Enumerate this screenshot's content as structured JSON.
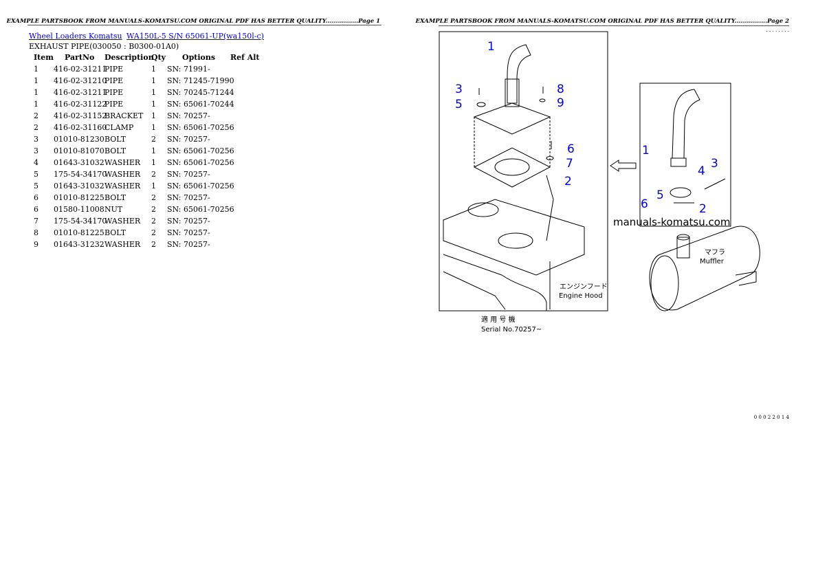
{
  "page1": {
    "header": "EXAMPLE PARTSBOOK FROM MANUALS-KOMATSU.COM ORIGINAL PDF HAS BETTER QUALITY................Page 1",
    "breadcrumb": [
      {
        "label": "Wheel Loaders Komatsu"
      },
      {
        "label": "WA150L-5 S/N 65061-UP(wa150l-c)"
      }
    ],
    "title": "EXHAUST PIPE(030050 : B0300-01A0)",
    "columns": [
      "Item",
      "PartNo",
      "Description",
      "Qty",
      "Options",
      "Ref Alt"
    ],
    "rows": [
      [
        "1",
        "416-02-31211",
        "PIPE",
        "1",
        "SN: 71991-"
      ],
      [
        "1",
        "416-02-31210",
        "PIPE",
        "1",
        "SN: 71245-71990"
      ],
      [
        "1",
        "416-02-31211",
        "PIPE",
        "1",
        "SN: 70245-71244"
      ],
      [
        "1",
        "416-02-31122",
        "PIPE",
        "1",
        "SN: 65061-70244"
      ],
      [
        "2",
        "416-02-31152",
        "BRACKET",
        "1",
        "SN: 70257-"
      ],
      [
        "2",
        "416-02-31160",
        "CLAMP",
        "1",
        "SN: 65061-70256"
      ],
      [
        "3",
        "01010-81230",
        "BOLT",
        "2",
        "SN: 70257-"
      ],
      [
        "3",
        "01010-81070",
        "BOLT",
        "1",
        "SN: 65061-70256"
      ],
      [
        "4",
        "01643-31032",
        "WASHER",
        "1",
        "SN: 65061-70256"
      ],
      [
        "5",
        "175-54-34170",
        "WASHER",
        "2",
        "SN: 70257-"
      ],
      [
        "5",
        "01643-31032",
        "WASHER",
        "1",
        "SN: 65061-70256"
      ],
      [
        "6",
        "01010-81225",
        "BOLT",
        "2",
        "SN: 70257-"
      ],
      [
        "6",
        "01580-11008",
        "NUT",
        "2",
        "SN: 65061-70256"
      ],
      [
        "7",
        "175-54-34170",
        "WASHER",
        "2",
        "SN: 70257-"
      ],
      [
        "8",
        "01010-81225",
        "BOLT",
        "2",
        "SN: 70257-"
      ],
      [
        "9",
        "01643-31232",
        "WASHER",
        "2",
        "SN: 70257-"
      ]
    ]
  },
  "page2": {
    "header": "EXAMPLE PARTSBOOK FROM MANUALS-KOMATSU.COM ORIGINAL PDF HAS BETTER QUALITY................Page 2",
    "top_code": ". . . . . . . .",
    "bottom_code": "0 0 0 2 2 0 1 4",
    "diagram": {
      "callouts_left": [
        "1",
        "3",
        "8",
        "5",
        "9",
        "6",
        "7",
        "2"
      ],
      "callouts_right": [
        "1",
        "4",
        "3",
        "5",
        "2",
        "6"
      ],
      "hood_jp": "エンジンフード",
      "hood_en": "Engine Hood",
      "muffler_jp": "マフラ",
      "muffler_en": "Muffler",
      "serial_jp": "適 用 号 機",
      "serial_en": "Serial No.70257~",
      "watermark": "manuals-komatsu.com",
      "callout_color": "#0000ee"
    }
  }
}
